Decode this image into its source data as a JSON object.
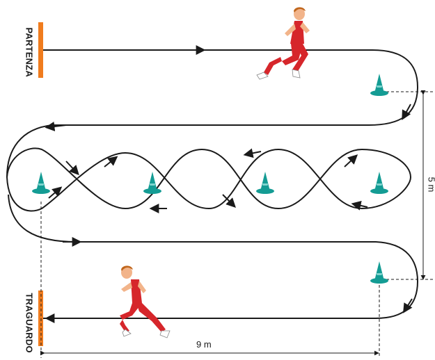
{
  "labels": {
    "start": "PARTENZA",
    "finish": "TRAGUARDO",
    "width_distance": "9 m",
    "height_distance": "5 m"
  },
  "colors": {
    "marker": "#f07c1e",
    "cone": "#149c94",
    "path": "#1a1a1a",
    "runner_uniform": "#d6262b",
    "runner_skin": "#f2b48a",
    "runner_hair": "#c0661c"
  },
  "icons": [
    "start-marker-icon",
    "finish-marker-icon",
    "cone-icon",
    "runner-icon",
    "arrow-icon"
  ]
}
